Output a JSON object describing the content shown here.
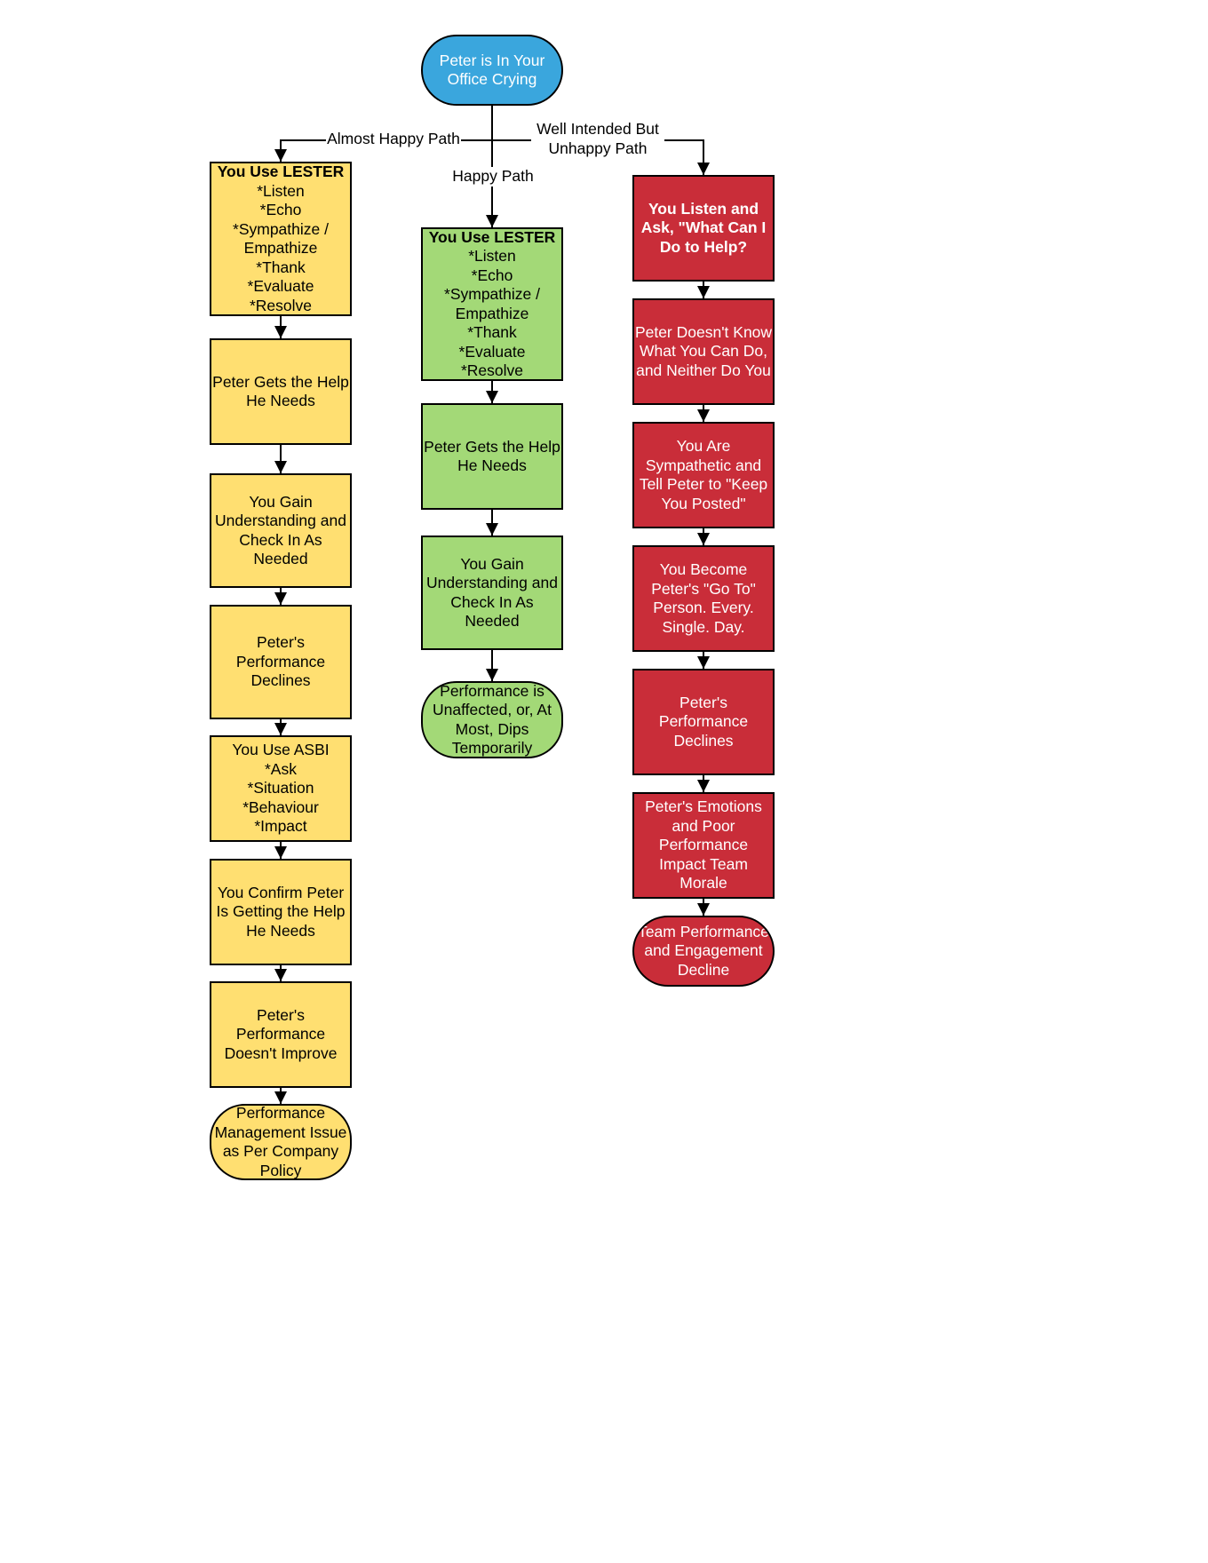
{
  "start": {
    "lines": [
      "Peter is In Your",
      "Office Crying"
    ]
  },
  "branch_labels": {
    "left": [
      "Almost Happy Path"
    ],
    "center": [
      "Happy Path"
    ],
    "right": [
      "Well Intended But",
      "Unhappy Path"
    ]
  },
  "left_path": [
    {
      "lines": [
        "You Use LESTER",
        "*Listen",
        "*Echo",
        "*Sympathize /",
        "Empathize",
        "*Thank",
        "*Evaluate",
        "*Resolve"
      ],
      "bold_first": true
    },
    {
      "lines": [
        "Peter Gets the Help",
        "He Needs"
      ]
    },
    {
      "lines": [
        "You Gain",
        "Understanding and",
        "Check In As",
        "Needed"
      ]
    },
    {
      "lines": [
        "Peter's",
        "Performance",
        "Declines"
      ]
    },
    {
      "lines": [
        "You Use ASBI",
        "*Ask",
        "*Situation",
        "*Behaviour",
        "*Impact"
      ]
    },
    {
      "lines": [
        "You Confirm Peter",
        "Is Getting the Help",
        "He Needs"
      ]
    },
    {
      "lines": [
        "Peter's",
        "Performance",
        "Doesn't Improve"
      ]
    },
    {
      "lines": [
        "Performance",
        "Management Issue",
        "as Per Company",
        "Policy"
      ]
    }
  ],
  "center_path": [
    {
      "lines": [
        "You Use LESTER",
        "*Listen",
        "*Echo",
        "*Sympathize /",
        "Empathize",
        "*Thank",
        "*Evaluate",
        "*Resolve"
      ],
      "bold_first": true
    },
    {
      "lines": [
        "Peter Gets the Help",
        "He Needs"
      ]
    },
    {
      "lines": [
        "You Gain",
        "Understanding and",
        "Check In As",
        "Needed"
      ]
    },
    {
      "lines": [
        "Performance is",
        "Unaffected, or, At",
        "Most, Dips",
        "Temporarily"
      ]
    }
  ],
  "right_path": [
    {
      "lines": [
        "You Listen and",
        "Ask, \"What Can I",
        "Do to Help?"
      ],
      "bold_all": true
    },
    {
      "lines": [
        "Peter Doesn't Know",
        "What You Can Do,",
        "and Neither Do You"
      ]
    },
    {
      "lines": [
        "You Are",
        "Sympathetic and",
        "Tell Peter to \"Keep",
        "You Posted\""
      ]
    },
    {
      "lines": [
        "You Become",
        "Peter's \"Go To\"",
        "Person. Every.",
        "Single. Day."
      ]
    },
    {
      "lines": [
        "Peter's",
        "Performance",
        "Declines"
      ]
    },
    {
      "lines": [
        "Peter's Emotions",
        "and Poor",
        "Performance",
        "Impact Team",
        "Morale"
      ]
    },
    {
      "lines": [
        "Team Performance",
        "and Engagement",
        "Decline"
      ]
    }
  ],
  "colors": {
    "start": "#3aa6dd",
    "left": "#ffdf71",
    "center": "#a3d977",
    "right": "#c92d39"
  }
}
